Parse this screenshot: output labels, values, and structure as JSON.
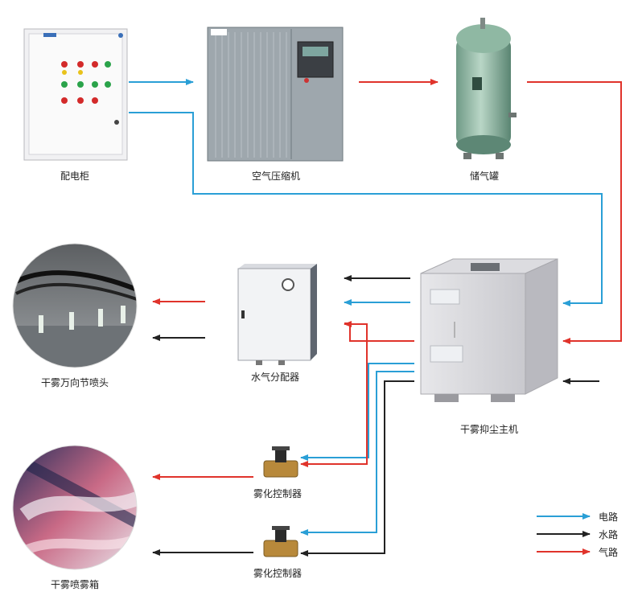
{
  "components": {
    "cabinet": "配电柜",
    "compressor": "空气压缩机",
    "tank": "储气罐",
    "host": "干雾抑尘主机",
    "distributor": "水气分配器",
    "nozzle": "干雾万向节喷头",
    "controller_1": "雾化控制器",
    "controller_2": "雾化控制器",
    "spray_box": "干雾喷雾箱"
  },
  "legend": {
    "power": "电路",
    "water": "水路",
    "air": "气路"
  },
  "colors": {
    "power": "#2a9fd6",
    "water": "#222222",
    "air": "#e0332b"
  }
}
